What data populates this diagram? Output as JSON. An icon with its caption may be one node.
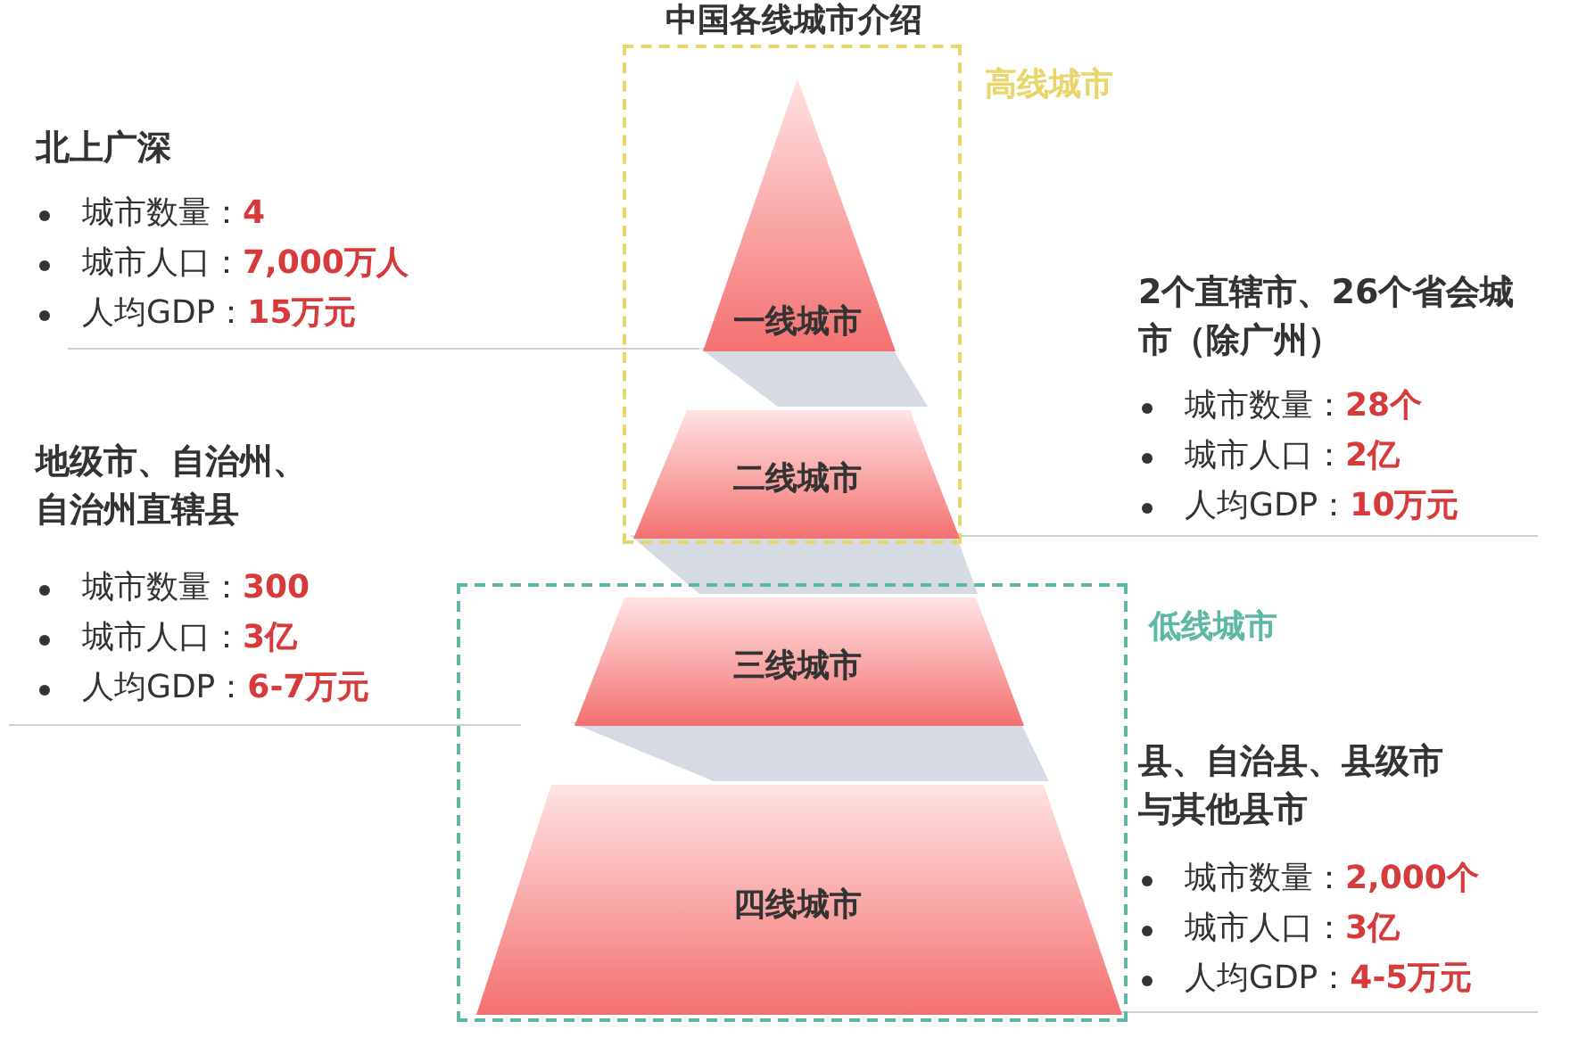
{
  "diagram": {
    "title": "中国各线城市介绍",
    "nodes": [
      {
        "text": [
          "高线城市"
        ]
      },
      {
        "text": [
          "一线城市"
        ],
        "in": 0
      },
      {
        "text": [
          "二线城市"
        ],
        "in": 0
      },
      {
        "text": [
          "低线城市"
        ]
      },
      {
        "text": [
          "三线城市"
        ],
        "in": 3
      },
      {
        "text": [
          "四线城市"
        ],
        "in": 3
      }
    ],
    "labels": [
      "北上广深",
      "城市数量：**4**",
      "城市人口：**7,000万人**",
      "人均GDP：**15万元**",
      "2个直辖市、26个省会城市（除广州）",
      "城市数量：**28个**",
      "城市人口：**2亿**",
      "人均GDP：**10万元**",
      "地级市、自治州、自治州直辖县",
      "城市数量：**300**",
      "城市人口：**3亿**",
      "人均GDP：**6-7万元**",
      "县、自治县、县级市与其他县市",
      "城市数量：**2,000个**",
      "城市人口：**3亿**",
      "人均GDP：**4-5万元**"
    ]
  }
}
